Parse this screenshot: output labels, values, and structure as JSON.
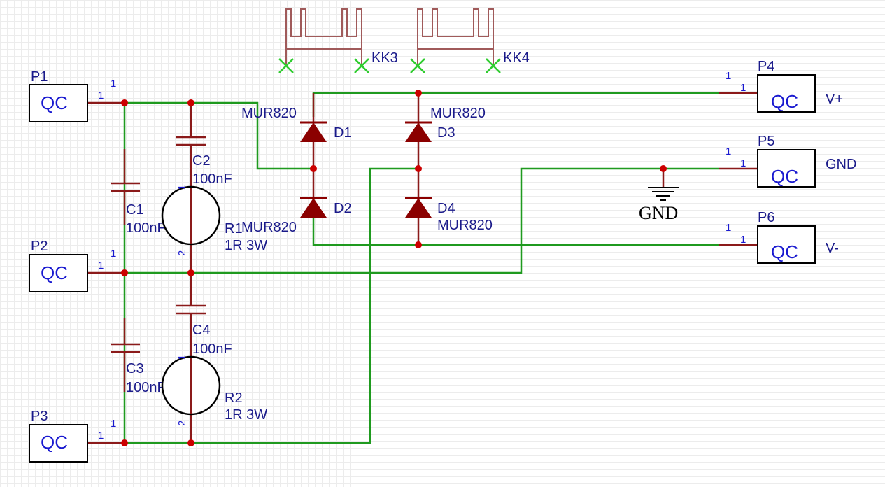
{
  "connectors": {
    "P1": {
      "ref": "P1",
      "value": "QC",
      "pin": "1"
    },
    "P2": {
      "ref": "P2",
      "value": "QC",
      "pin": "1"
    },
    "P3": {
      "ref": "P3",
      "value": "QC",
      "pin": "1"
    },
    "P4": {
      "ref": "P4",
      "value": "QC",
      "pin": "1",
      "net": "V+"
    },
    "P5": {
      "ref": "P5",
      "value": "QC",
      "pin": "1",
      "net": "GND"
    },
    "P6": {
      "ref": "P6",
      "value": "QC",
      "pin": "1",
      "net": "V-"
    }
  },
  "capacitors": {
    "C1": {
      "ref": "C1",
      "value": "100nF"
    },
    "C2": {
      "ref": "C2",
      "value": "100nF"
    },
    "C3": {
      "ref": "C3",
      "value": "100nF"
    },
    "C4": {
      "ref": "C4",
      "value": "100nF"
    }
  },
  "resistors": {
    "R1": {
      "ref": "R1",
      "value": "1R 3W",
      "pin1": "1",
      "pin2": "2"
    },
    "R2": {
      "ref": "R2",
      "value": "1R 3W",
      "pin1": "1",
      "pin2": "2"
    }
  },
  "diodes": {
    "D1": {
      "ref": "D1",
      "value": "MUR820"
    },
    "D2": {
      "ref": "D2",
      "value": "MUR820"
    },
    "D3": {
      "ref": "D3",
      "value": "MUR820"
    },
    "D4": {
      "ref": "D4",
      "value": "MUR820"
    }
  },
  "heatsinks": {
    "KK3": {
      "ref": "KK3"
    },
    "KK4": {
      "ref": "KK4"
    }
  },
  "ground": {
    "label": "GND"
  },
  "colors": {
    "wire": "#1f9a1f",
    "component": "#8b1a1a",
    "junction": "#cc0000",
    "text": "#1a1a8a",
    "pin_text": "#1a1ad0",
    "no_connect": "#2ecc2e"
  }
}
